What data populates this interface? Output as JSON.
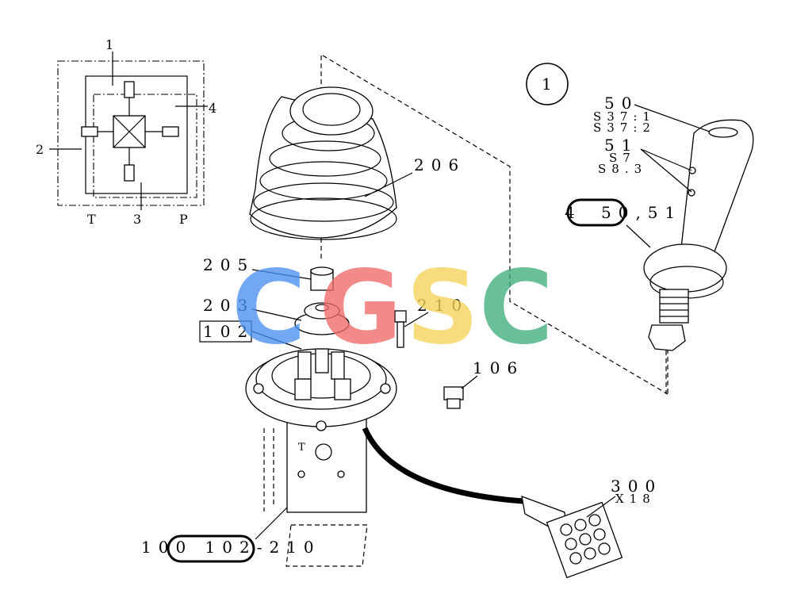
{
  "diagram": {
    "hydraulic_schematic": {
      "port_labels": [
        "1",
        "2",
        "3",
        "4",
        "T",
        "P"
      ]
    },
    "callout": {
      "number": "1"
    },
    "parts": [
      {
        "ref": "206"
      },
      {
        "ref": "205"
      },
      {
        "ref": "203"
      },
      {
        "ref": "102",
        "boxed": true
      },
      {
        "ref": "210"
      },
      {
        "ref": "106"
      },
      {
        "ref": "50",
        "sub": [
          "S37:1",
          "S37:2"
        ]
      },
      {
        "ref": "51",
        "sub": [
          "S7",
          "S8.3"
        ]
      },
      {
        "ref": "50,51",
        "prefix": "4",
        "highlighted": true
      },
      {
        "ref": "300",
        "sub": [
          "X18"
        ]
      },
      {
        "ref": "100 102-210",
        "highlighted_segments": [
          "0",
          "102"
        ]
      }
    ],
    "port_T_label": "T"
  },
  "watermark": {
    "letters": [
      {
        "char": "C",
        "color": "#4a8ff0"
      },
      {
        "char": "G",
        "color": "#f06a6a"
      },
      {
        "char": "S",
        "color": "#f5d35a"
      },
      {
        "char": "C",
        "color": "#3fae7c"
      }
    ]
  }
}
